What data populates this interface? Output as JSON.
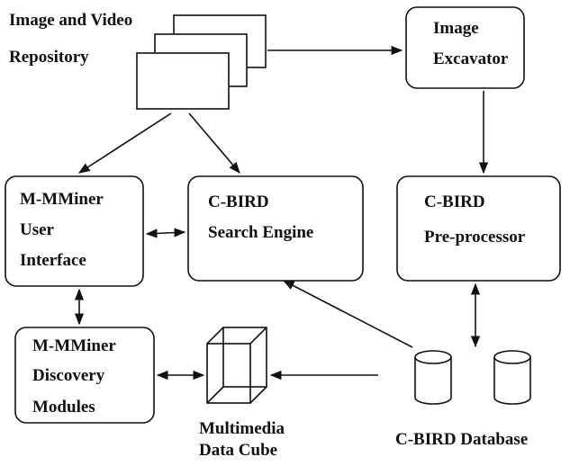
{
  "repository": {
    "line1": "Image and Video",
    "line2": "Repository"
  },
  "excavator": {
    "line1": "Image",
    "line2": "Excavator"
  },
  "ui": {
    "line1": "M-MMiner",
    "line2": "User",
    "line3": "Interface"
  },
  "search_engine": {
    "line1": "C-BIRD",
    "line2": "Search Engine"
  },
  "preprocessor": {
    "line1": "C-BIRD",
    "line2": "Pre-processor"
  },
  "discovery": {
    "line1": "M-MMiner",
    "line2": "Discovery",
    "line3": "Modules"
  },
  "cube": {
    "line1": "Multimedia",
    "line2": "Data Cube"
  },
  "database": {
    "label": "C-BIRD Database"
  }
}
